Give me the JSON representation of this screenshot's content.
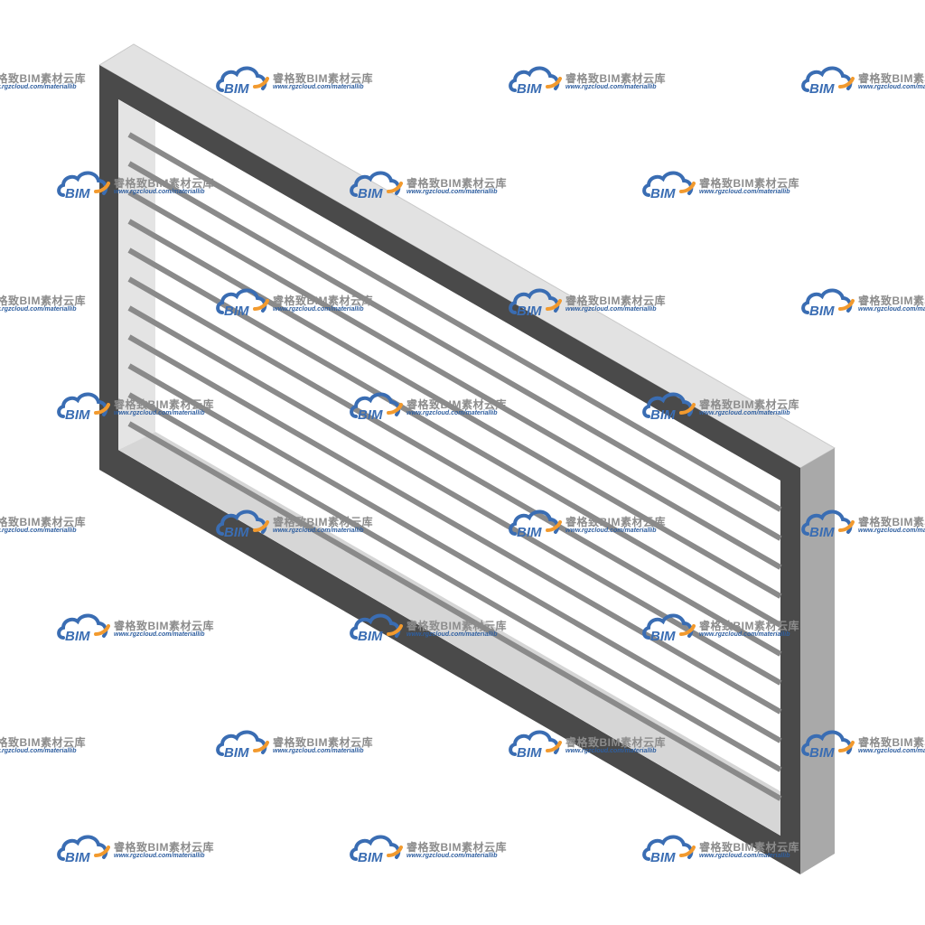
{
  "colors": {
    "background": "#ffffff",
    "frame_face": "#4a4a4a",
    "frame_top": "#e2e2e2",
    "frame_side": "#a9a9a9",
    "inner_reveal": "#d9d9d9",
    "louver_slat": "#8a8a8a",
    "watermark_blue": "#3a6db3",
    "watermark_orange": "#f29a2e"
  },
  "louver": {
    "slat_count": 11
  },
  "watermark": {
    "cn_text": "睿格致BIM素材云库",
    "url_text": "www.rgzcloud.com/materiallib",
    "logo_text": "BIM",
    "icon": "bim-cloud-logo-icon"
  }
}
